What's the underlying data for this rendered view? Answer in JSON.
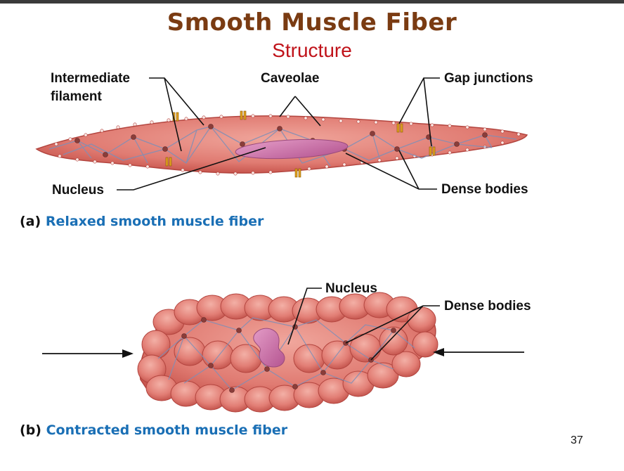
{
  "slide": {
    "title": "Smooth Muscle Fiber",
    "subtitle": "Structure",
    "page_number": "37"
  },
  "panel_a": {
    "labels": {
      "intermediate_filament_1": "Intermediate",
      "intermediate_filament_2": "filament",
      "caveolae": "Caveolae",
      "gap_junctions": "Gap junctions",
      "nucleus": "Nucleus",
      "dense_bodies": "Dense bodies"
    },
    "caption_letter": "(a)",
    "caption_text": "Relaxed smooth muscle fiber"
  },
  "panel_b": {
    "labels": {
      "nucleus": "Nucleus",
      "dense_bodies": "Dense bodies"
    },
    "caption_letter": "(b)",
    "caption_text": "Contracted smooth muscle fiber"
  },
  "colors": {
    "title": "#7a3b12",
    "subtitle": "#c0131a",
    "caption_text": "#1a6fb5",
    "cell_fill": "#e4857c",
    "cell_edge": "#b3453f",
    "nucleus": "#c96fa4",
    "filament": "#7d8fb8",
    "gap_junction": "#e0a020"
  }
}
